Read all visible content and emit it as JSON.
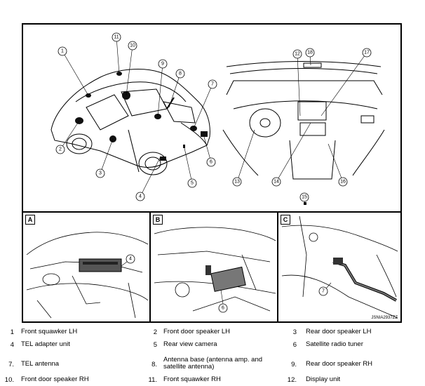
{
  "callouts": [
    "1",
    "2",
    "3",
    "4",
    "5",
    "6",
    "7",
    "8",
    "9",
    "10",
    "11",
    "12",
    "13",
    "14",
    "15",
    "16",
    "17",
    "18"
  ],
  "panels": {
    "a": "A",
    "b": "B",
    "c": "C",
    "a_callout": "4",
    "b_callout": "6",
    "c_callout": "7"
  },
  "figure_code": "JSNIA2937ZZ",
  "legend": [
    [
      {
        "n": "1",
        "t": "Front squawker LH"
      },
      {
        "n": "2",
        "t": "Front door speaker LH"
      },
      {
        "n": "3",
        "t": "Rear door speaker LH"
      }
    ],
    [
      {
        "n": "4",
        "t": "TEL adapter unit"
      },
      {
        "n": "5",
        "t": "Rear view camera"
      },
      {
        "n": "6",
        "t": "Satellite radio tuner"
      }
    ],
    [
      {
        "n": "7.",
        "t": "TEL antenna"
      },
      {
        "n": "8.",
        "t": "Antenna base (antenna amp. and satellite antenna)"
      },
      {
        "n": "9.",
        "t": "Rear door speaker RH"
      }
    ],
    [
      {
        "n": "10.",
        "t": "Front door speaker RH"
      },
      {
        "n": "11.",
        "t": "Front squawker RH"
      },
      {
        "n": "12.",
        "t": "Display unit"
      }
    ]
  ]
}
